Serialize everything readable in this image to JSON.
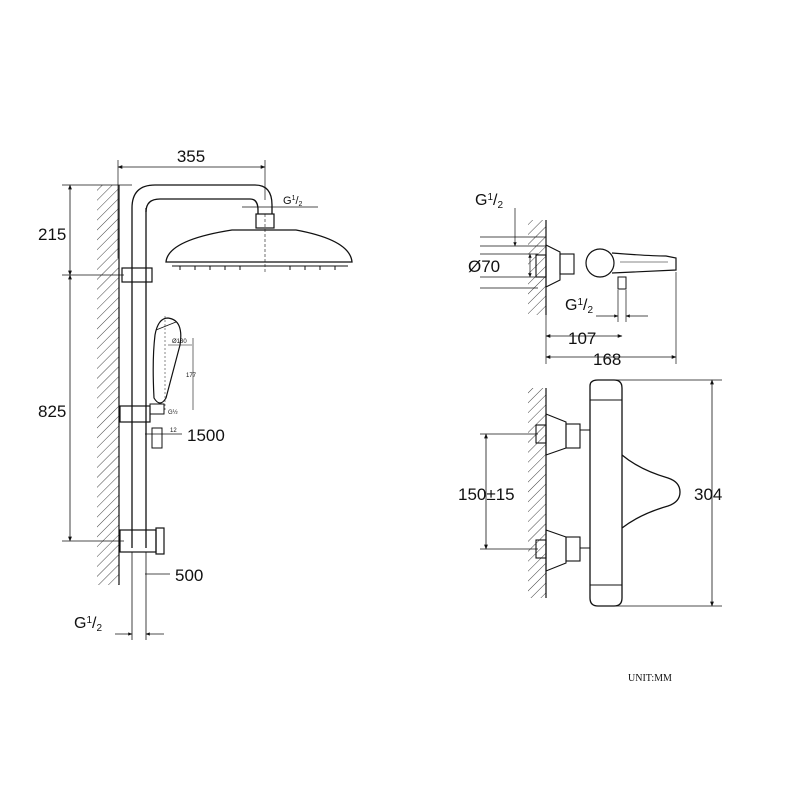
{
  "dimensions": {
    "arm_length": "355",
    "head_connection": "G",
    "top_height": "215",
    "column_height": "825",
    "total_height": "1500",
    "outlet_height": "500",
    "inlet_thread": "G",
    "handset_diameter": "Ø130",
    "handset_length": "177",
    "handset_connection": "G½",
    "handset_offset": "12",
    "mixer_inlet_thread": "G",
    "mixer_diameter": "Ø70",
    "mixer_outlet_thread": "G",
    "mixer_depth_short": "107",
    "mixer_depth_long": "168",
    "inlet_spacing": "150±15",
    "mixer_height": "304"
  },
  "thread_fraction": {
    "numerator": "1",
    "denominator": "2"
  },
  "unit_label": "UNIT:MM"
}
